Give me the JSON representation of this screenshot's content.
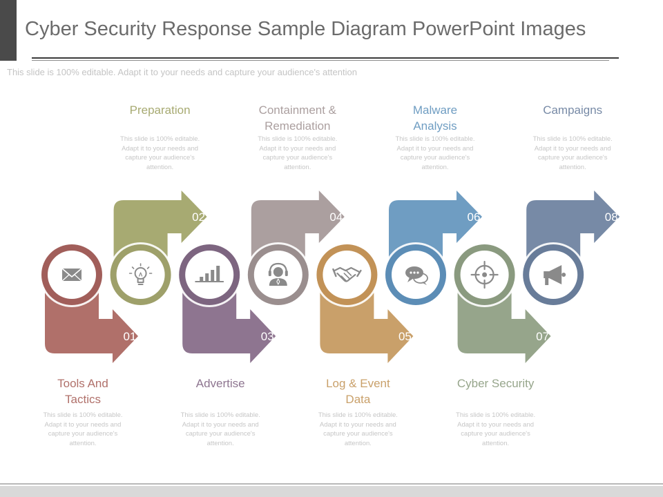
{
  "header": {
    "title": "Cyber Security Response Sample Diagram PowerPoint Images",
    "subtitle": "This slide is 100% editable. Adapt it to your needs and capture your audience's attention"
  },
  "steps": [
    {
      "number": "01",
      "title": "Tools And\nTactics",
      "text": "This slide is 100% editable. Adapt it to your needs and capture your audience's attention.",
      "color": "#b0706a",
      "ring_color": "#a15e5a",
      "icon": "envelope-icon"
    },
    {
      "number": "02",
      "title": "Preparation",
      "text": "This slide is 100% editable. Adapt it to your needs and capture your audience's attention.",
      "color": "#a7aa72",
      "ring_color": "#9ea06a",
      "icon": "lightbulb-icon"
    },
    {
      "number": "03",
      "title": "Advertise",
      "text": "This slide is 100% editable. Adapt it to your needs and capture your audience's attention.",
      "color": "#8e7590",
      "ring_color": "#7d6580",
      "icon": "bar-chart-icon"
    },
    {
      "number": "04",
      "title": "Containment &\nRemediation",
      "text": "This slide is 100% editable. Adapt it to your needs and capture your audience's attention.",
      "color": "#ab9f9f",
      "ring_color": "#9a8e8e",
      "icon": "headset-user-icon"
    },
    {
      "number": "05",
      "title": "Log & Event\nData",
      "text": "This slide is 100% editable. Adapt it to your needs and capture your audience's attention.",
      "color": "#c9a06a",
      "ring_color": "#c29257",
      "icon": "handshake-icon"
    },
    {
      "number": "06",
      "title": "Malware\nAnalysis",
      "text": "This slide is 100% editable. Adapt it to your needs and capture your audience's attention.",
      "color": "#6f9dc2",
      "ring_color": "#5c8db6",
      "icon": "chat-bubbles-icon"
    },
    {
      "number": "07",
      "title": "Cyber Security",
      "text": "This slide is 100% editable. Adapt it to your needs and capture your audience's attention.",
      "color": "#96a58b",
      "ring_color": "#8a9a7f",
      "icon": "crosshair-icon"
    },
    {
      "number": "08",
      "title": "Campaigns",
      "text": "This slide is 100% editable. Adapt it to your needs and capture your audience's attention.",
      "color": "#778aa6",
      "ring_color": "#687c99",
      "icon": "megaphone-icon"
    }
  ],
  "colors": {
    "title": "#6b6b6b",
    "description": "#c6c6c6",
    "circle_fill": "#ffffff",
    "icon": "#8a8a8a"
  }
}
